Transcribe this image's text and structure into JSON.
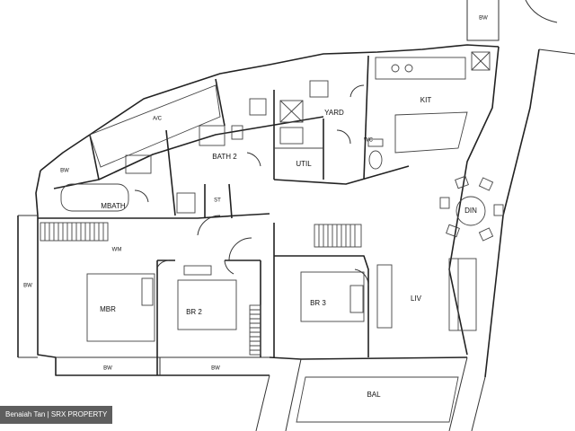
{
  "rooms": {
    "bw_top": "BW",
    "ac": "A/C",
    "yard": "YARD",
    "kit": "KIT",
    "wc": "WC",
    "util": "UTIL",
    "bath2": "BATH 2",
    "bw_left_top": "BW",
    "mbath": "MBATH",
    "st": "ST",
    "wm": "WM",
    "din": "DIN",
    "bw_left": "BW",
    "mbr": "MBR",
    "br2": "BR 2",
    "br3": "BR 3",
    "liv": "LIV",
    "bw_bottom_1": "BW",
    "bw_bottom_2": "BW",
    "bal": "BAL"
  },
  "credit": "Benaiah Tan | SRX PROPERTY"
}
